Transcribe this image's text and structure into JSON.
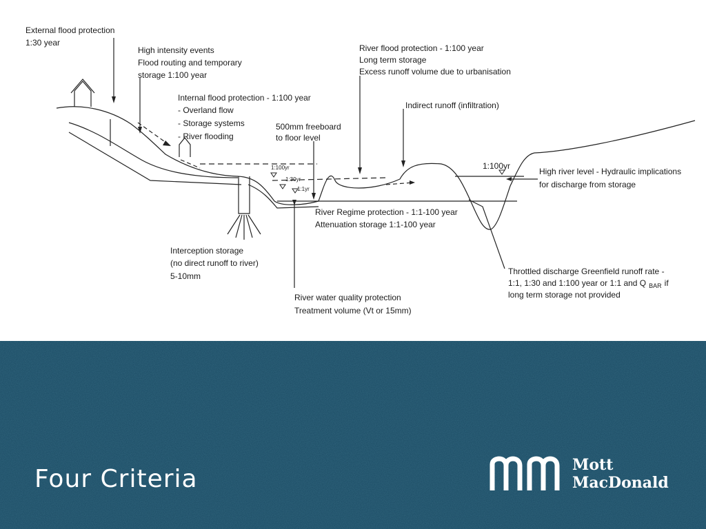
{
  "annotations": {
    "external_flood": [
      "External flood protection",
      "1:30 year"
    ],
    "high_intensity": [
      "High intensity events",
      "Flood routing and temporary",
      "storage 1:100 year"
    ],
    "internal_flood": [
      "Internal flood protection - 1:100 year",
      "- Overland flow",
      "- Storage systems",
      "- River flooding"
    ],
    "freeboard": [
      "500mm freeboard",
      "to floor level"
    ],
    "river_flood": [
      "River flood protection - 1:100 year",
      "Long term storage",
      "Excess runoff volume due to urbanisation"
    ],
    "indirect_runoff": [
      "Indirect runoff (infiltration)"
    ],
    "high_river": [
      "High river level - Hydraulic implications",
      "for discharge from storage"
    ],
    "river_regime": [
      "River Regime protection - 1:1-100 year",
      "Attenuation storage 1:1-100 year"
    ],
    "interception": [
      "Interception storage",
      "(no direct runoff to river)",
      "5-10mm"
    ],
    "water_quality": [
      "River water quality protection",
      "Treatment volume (Vt or 15mm)"
    ],
    "throttled": [
      "Throttled discharge Greenfield runoff rate -",
      "1:1, 1:30 and 1:100 year or 1:1 and Q",
      "long term storage not provided"
    ],
    "throttled_subscript": "BAR",
    "throttled_suffix": "if"
  },
  "levels": {
    "l100": "1:100yr",
    "l30": "1:30yr",
    "l1": "1:1yr",
    "river": "1:100yr"
  },
  "title": "Four Criteria",
  "logo": {
    "line1": "Mott",
    "line2": "MacDonald"
  },
  "colors": {
    "banner": "#1b4b64",
    "ink": "#1a1a1a"
  }
}
